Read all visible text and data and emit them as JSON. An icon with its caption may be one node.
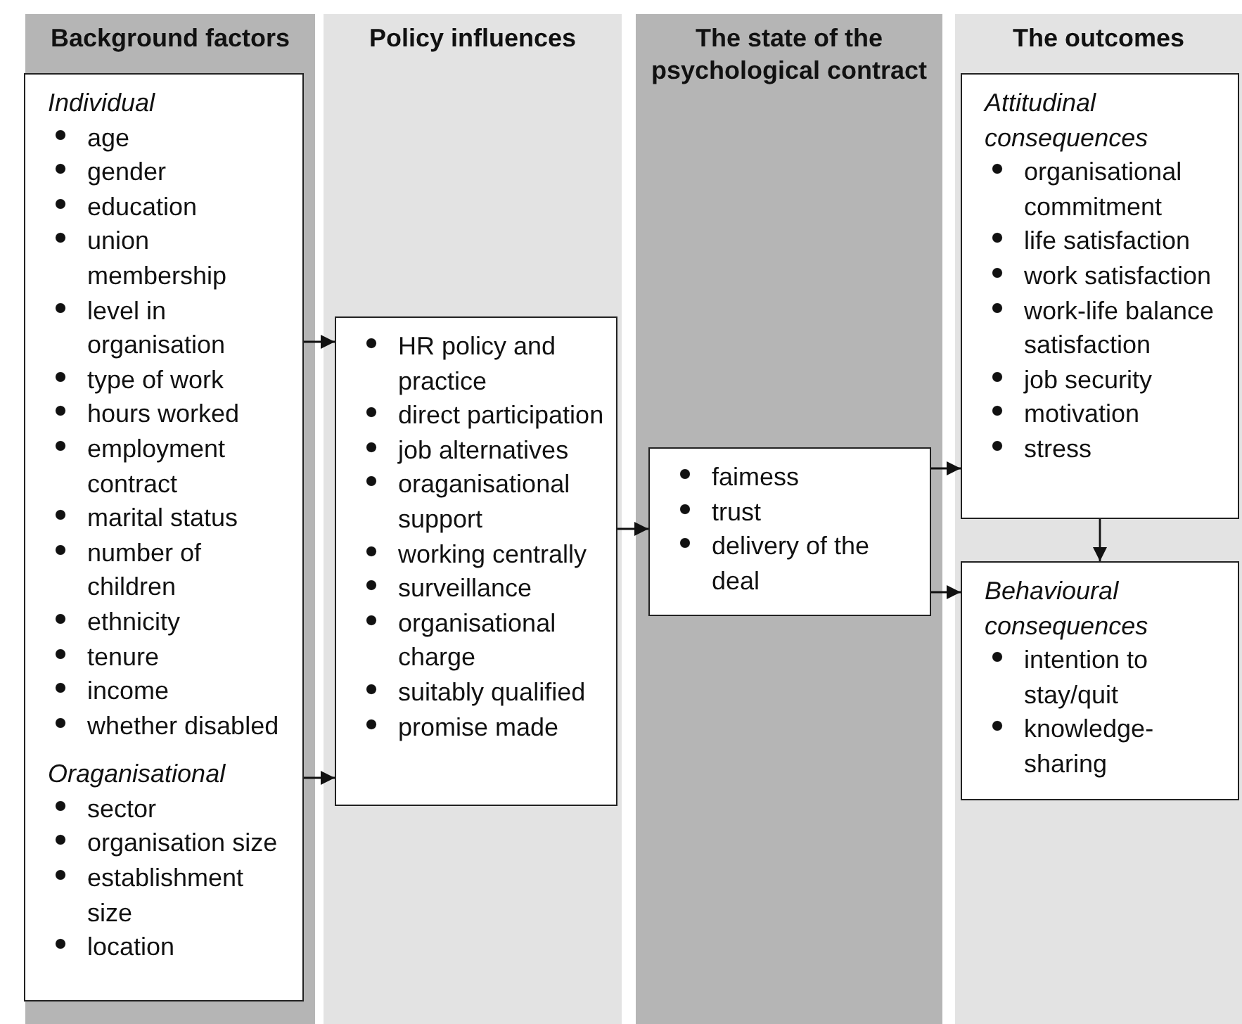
{
  "diagram": {
    "nodes": [
      {
        "text": [
          "Background factors"
        ]
      },
      {
        "text": [
          "Individual",
          "age",
          "gender",
          "education",
          "union membership",
          "level in organisation",
          "type of work",
          "hours worked",
          "employment contract",
          "marital status",
          "number of children",
          "ethnicity",
          "tenure",
          "income",
          "whether disabled",
          "Oraganisational",
          "sector",
          "organisation size",
          "establishment size",
          "location"
        ],
        "in": 0
      },
      {
        "text": [
          "Policy influences"
        ]
      },
      {
        "text": [
          "HR policy and practice",
          "direct participation",
          "job alternatives",
          "oraganisational support",
          "working centrally",
          "surveillance",
          "organisational charge",
          "suitably qualified",
          "promise made"
        ],
        "in": 2
      },
      {
        "text": [
          "The state of the psychological contract"
        ]
      },
      {
        "text": [
          "faimess",
          "trust",
          "delivery of the deal"
        ],
        "in": 4
      },
      {
        "text": [
          "The outcomes"
        ]
      },
      {
        "text": [
          "Attitudinal consequences",
          "organisational commitment",
          "life satisfaction",
          "work satisfaction",
          "work-life balance satisfaction",
          "job security",
          "motivation",
          "stress"
        ],
        "in": 6
      },
      {
        "text": [
          "Behavioural consequences",
          "intention to stay/quit",
          "knowledge-sharing"
        ],
        "in": 6
      }
    ],
    "edges": [
      {
        "from": 1,
        "to": 3,
        "arrow": "to"
      },
      {
        "from": 1,
        "to": 3,
        "arrow": "to"
      },
      {
        "from": 3,
        "to": 5,
        "arrow": "to"
      },
      {
        "from": 5,
        "to": 7,
        "arrow": "to"
      },
      {
        "from": 5,
        "to": 8,
        "arrow": "to"
      },
      {
        "from": 7,
        "to": 8,
        "arrow": "to"
      }
    ]
  }
}
